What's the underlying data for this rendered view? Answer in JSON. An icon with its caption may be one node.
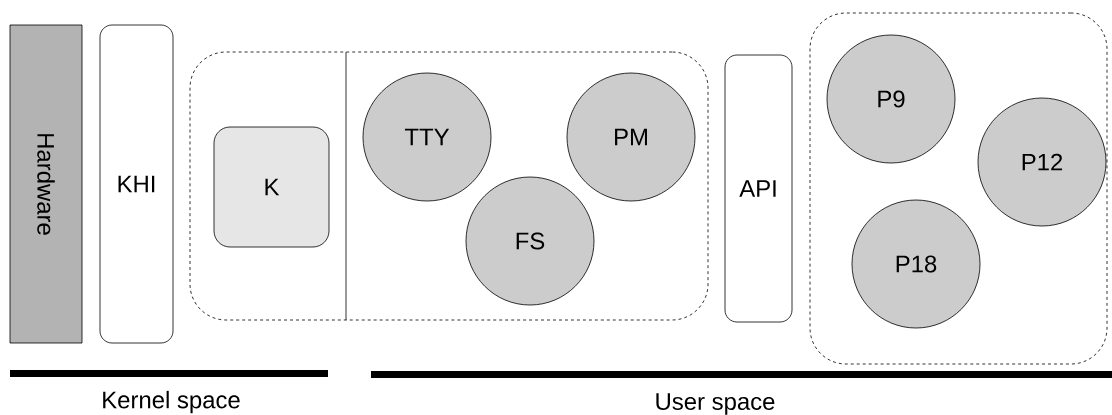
{
  "diagram": {
    "nodes": [
      {
        "text": [
          "Hardware"
        ]
      },
      {
        "text": [
          "KHI"
        ]
      },
      {
        "text": [],
        "shape": "box"
      },
      {
        "text": [
          "K"
        ],
        "in": 2
      },
      {
        "text": [
          "TTY"
        ],
        "in": 2
      },
      {
        "text": [
          "PM"
        ],
        "in": 2
      },
      {
        "text": [
          "FS"
        ],
        "in": 2
      },
      {
        "text": [
          "API"
        ]
      },
      {
        "text": [],
        "shape": "box"
      },
      {
        "text": [
          "P9"
        ],
        "in": 8
      },
      {
        "text": [
          "P12"
        ],
        "in": 8
      },
      {
        "text": [
          "P18"
        ],
        "in": 8
      }
    ],
    "labels": [
      "Kernel space",
      "User space"
    ]
  }
}
